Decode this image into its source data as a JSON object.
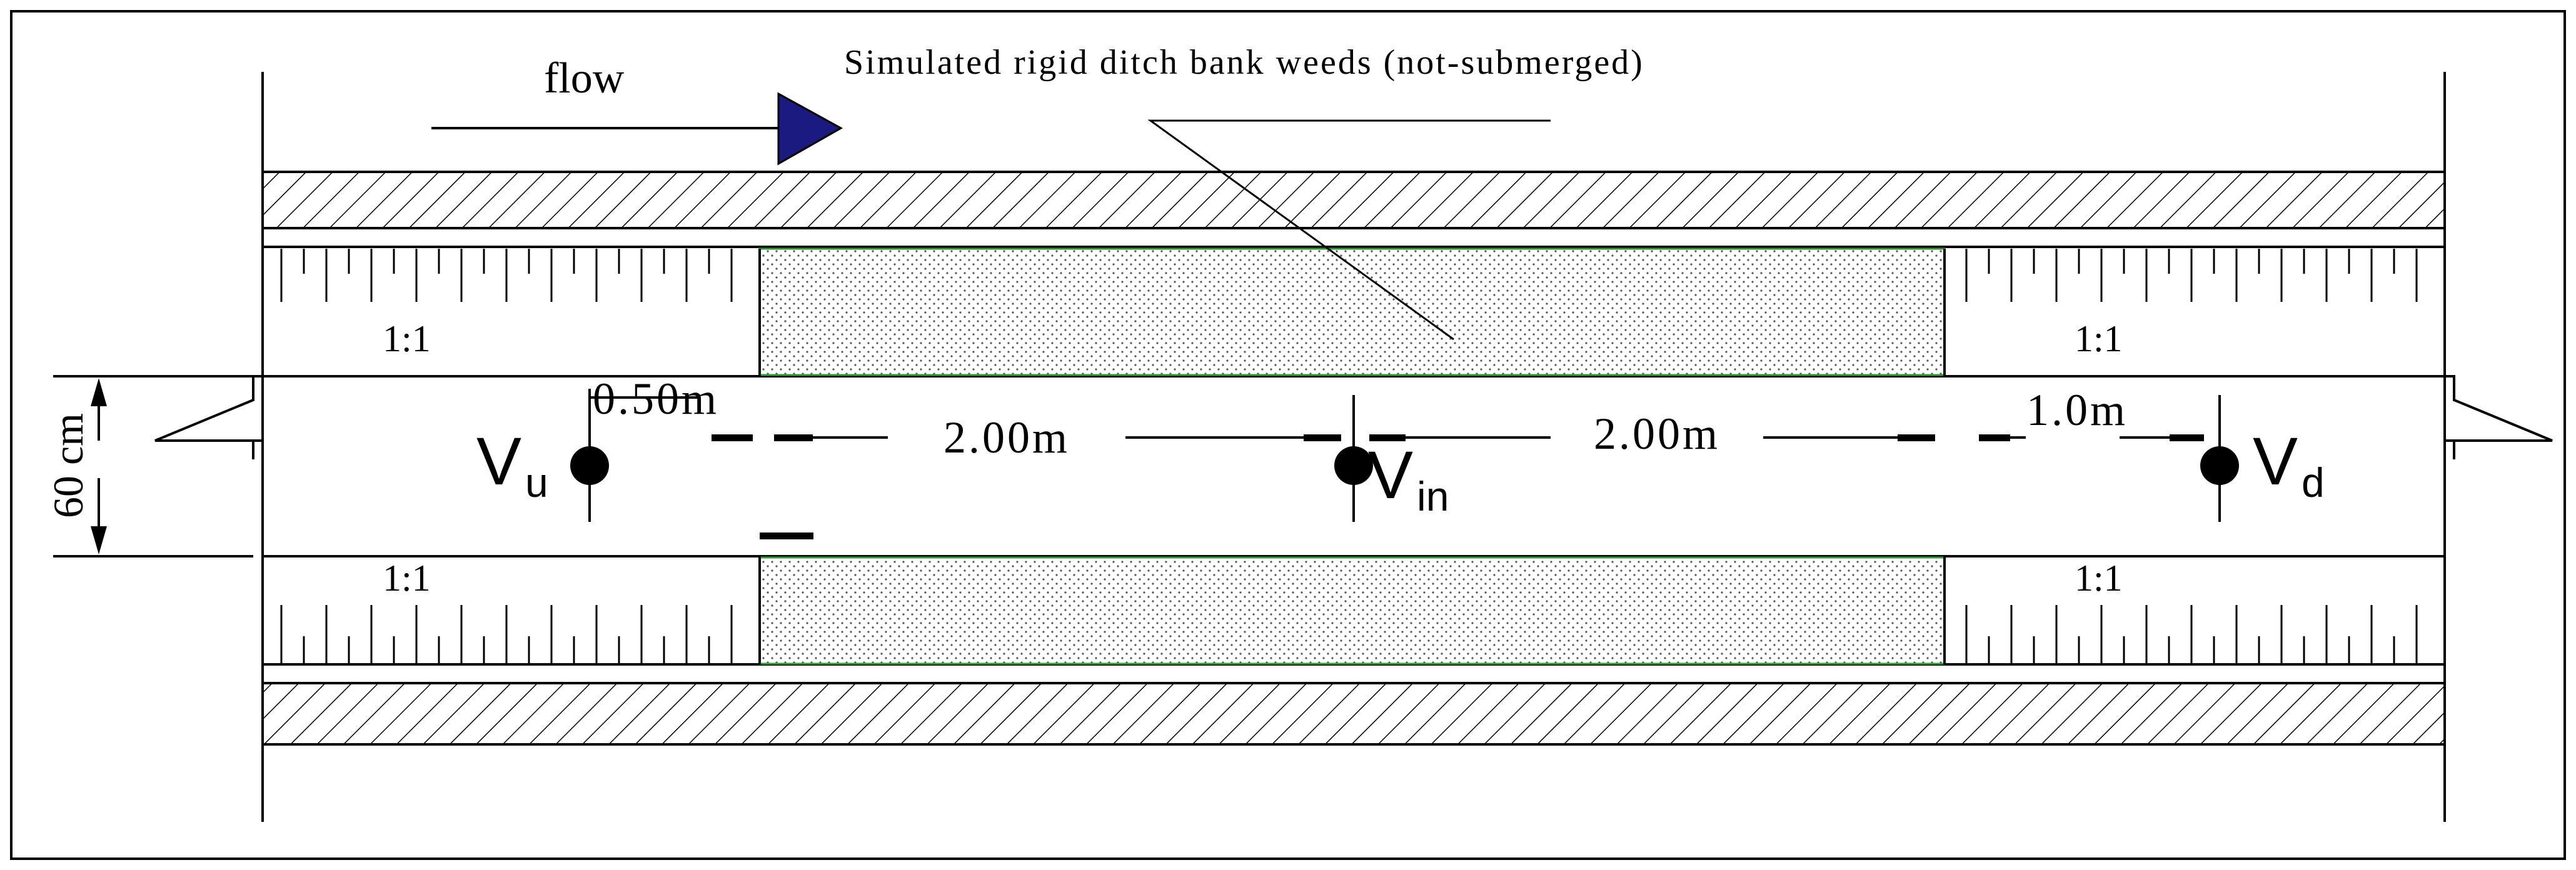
{
  "annotation": {
    "flow_label": "flow",
    "weeds_label": "Simulated rigid ditch bank weeds (not-submerged)"
  },
  "slope": {
    "upper_left": "1:1",
    "upper_right": "1:1",
    "lower_left": "1:1",
    "lower_right": "1:1"
  },
  "dimensions": {
    "width": "60 cm",
    "d_upstream": "0.50m",
    "d_first": "2.00m",
    "d_second": "2.00m",
    "d_downstream": "1.0m"
  },
  "points": {
    "upstream": {
      "main": "V",
      "sub": "u"
    },
    "inside": {
      "main": "V",
      "sub": "in"
    },
    "downstream": {
      "main": "V",
      "sub": "d"
    }
  },
  "colors": {
    "line": "#000000",
    "arrow_fill": "#1a1a80",
    "vegetation_edge": "#2e9c2e",
    "vegetation_dots": "#555555"
  }
}
